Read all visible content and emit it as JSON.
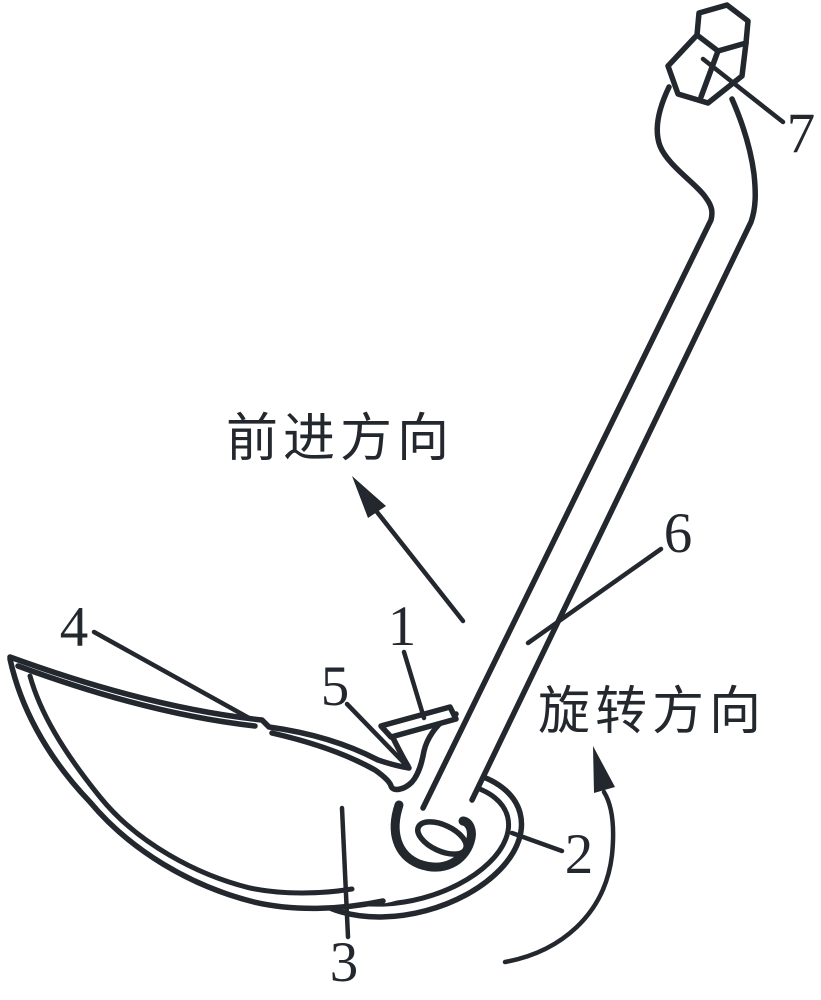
{
  "figure": {
    "background_color": "#ffffff",
    "line_color": "#23272e",
    "direction_labels": {
      "forward": "前进方向",
      "rotation": "旋转方向"
    },
    "part_numbers": [
      "1",
      "2",
      "3",
      "4",
      "5",
      "6",
      "7"
    ]
  }
}
